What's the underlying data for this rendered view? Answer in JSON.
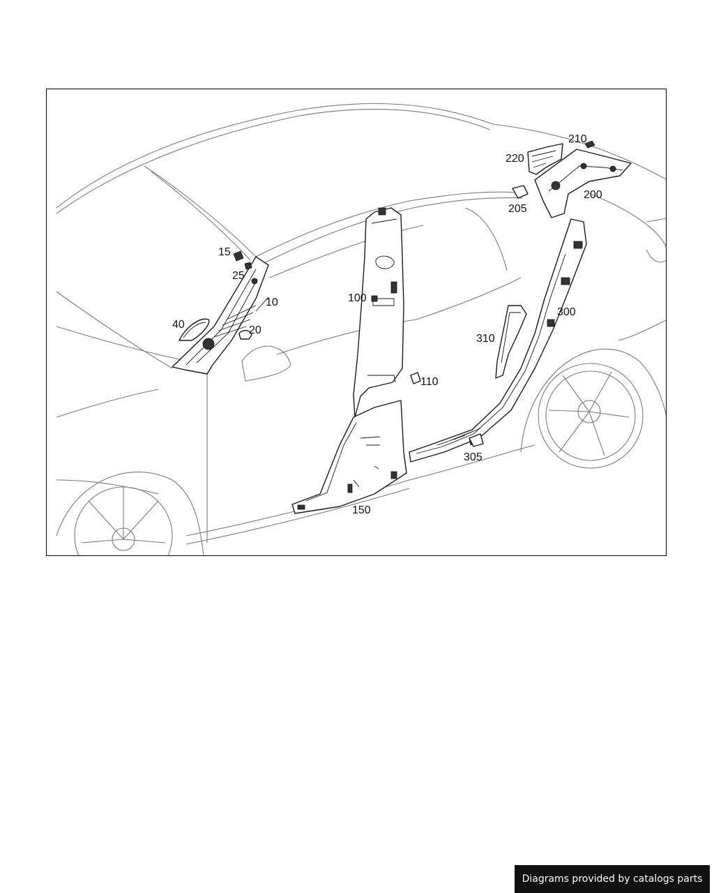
{
  "diagram": {
    "callouts": {
      "c10": "10",
      "c15": "15",
      "c20": "20",
      "c25": "25",
      "c40": "40",
      "c100": "100",
      "c110": "110",
      "c150": "150",
      "c200": "200",
      "c205": "205",
      "c210": "210",
      "c220": "220",
      "c300": "300",
      "c305": "305",
      "c310": "310"
    }
  },
  "footer": {
    "credit": "Diagrams provided by catalogs parts"
  }
}
